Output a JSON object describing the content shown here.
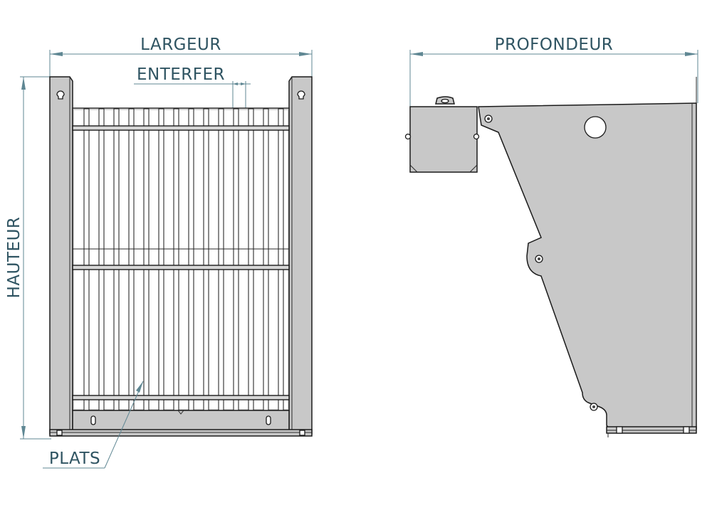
{
  "labels": {
    "largeur": "LARGEUR",
    "enterfer": "ENTERFER",
    "hauteur": "HAUTEUR",
    "plats": "PLATS",
    "profondeur": "PROFONDEUR"
  },
  "colors": {
    "dimension_line": "#5f8793",
    "label_text": "#2f5462",
    "metal_fill": "#c8c8c8",
    "outline": "#1a1a1a"
  }
}
